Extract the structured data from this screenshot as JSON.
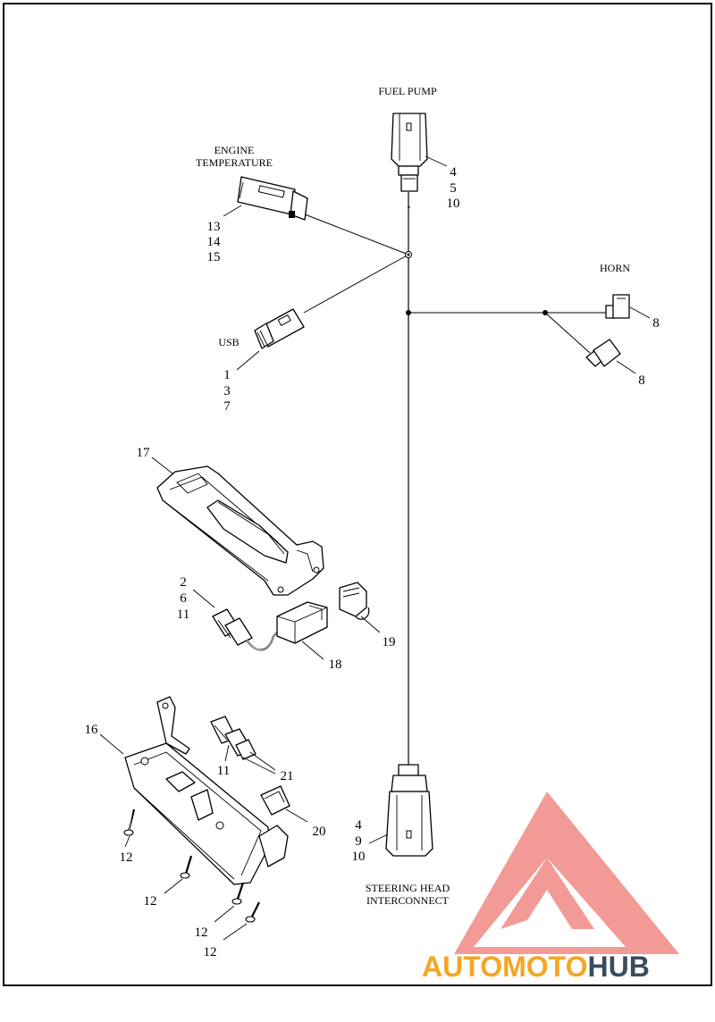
{
  "labels": {
    "fuel_pump": "FUEL PUMP",
    "engine_temperature_1": "ENGINE",
    "engine_temperature_2": "TEMPERATURE",
    "horn": "HORN",
    "usb": "USB",
    "steering_head_1": "STEERING HEAD",
    "steering_head_2": "INTERCONNECT"
  },
  "callouts": {
    "fuel_pump": [
      "4",
      "5",
      "10"
    ],
    "engine_temp": [
      "13",
      "14",
      "15"
    ],
    "usb": [
      "1",
      "3",
      "7"
    ],
    "horn_upper": "8",
    "horn_lower": "8",
    "bracket_17": "17",
    "conn_2": [
      "2",
      "6",
      "11"
    ],
    "module_18": "18",
    "cap_19": "19",
    "tray_16": "16",
    "conn_11": "11",
    "conn_21": "21",
    "cap_20": "20",
    "steering": [
      "4",
      "9",
      "10"
    ],
    "screw_a": "12",
    "screw_b": "12",
    "screw_c": "12",
    "screw_d": "12"
  },
  "watermark": {
    "part1": "AUTO",
    "part2": "MOTO",
    "part3": "HUB",
    "color_a": "#f5a623",
    "color_b": "#3a4c5c",
    "logo_color": "#f08a84"
  }
}
